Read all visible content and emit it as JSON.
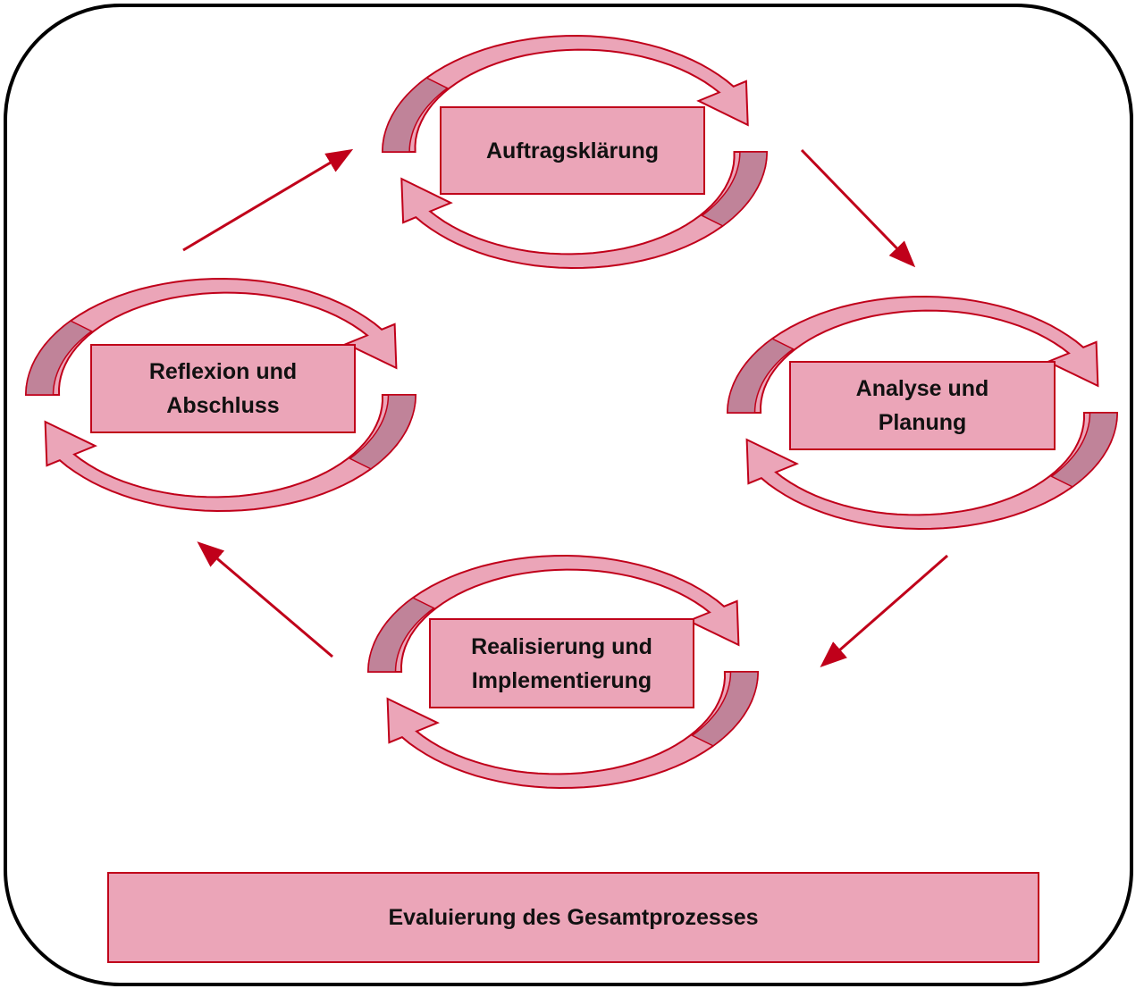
{
  "phases": {
    "auftrag": {
      "line1": "Auftragsklärung",
      "line2": ""
    },
    "analyse": {
      "line1": "Analyse und",
      "line2": "Planung"
    },
    "realisierung": {
      "line1": "Realisierung und",
      "line2": "Implementierung"
    },
    "reflexion": {
      "line1": "Reflexion und",
      "line2": "Abschluss"
    }
  },
  "evaluation": {
    "label": "Evaluierung des Gesamtprozesses"
  },
  "colors": {
    "box_fill": "#eba5b8",
    "border_red": "#c0001a",
    "arrow_light": "#eba5b8",
    "arrow_dark": "#c08399",
    "frame": "#000000"
  },
  "icons": {
    "cycle_arrows": "circular-arrows-icon",
    "transition_arrows": "straight-arrow-icon"
  }
}
